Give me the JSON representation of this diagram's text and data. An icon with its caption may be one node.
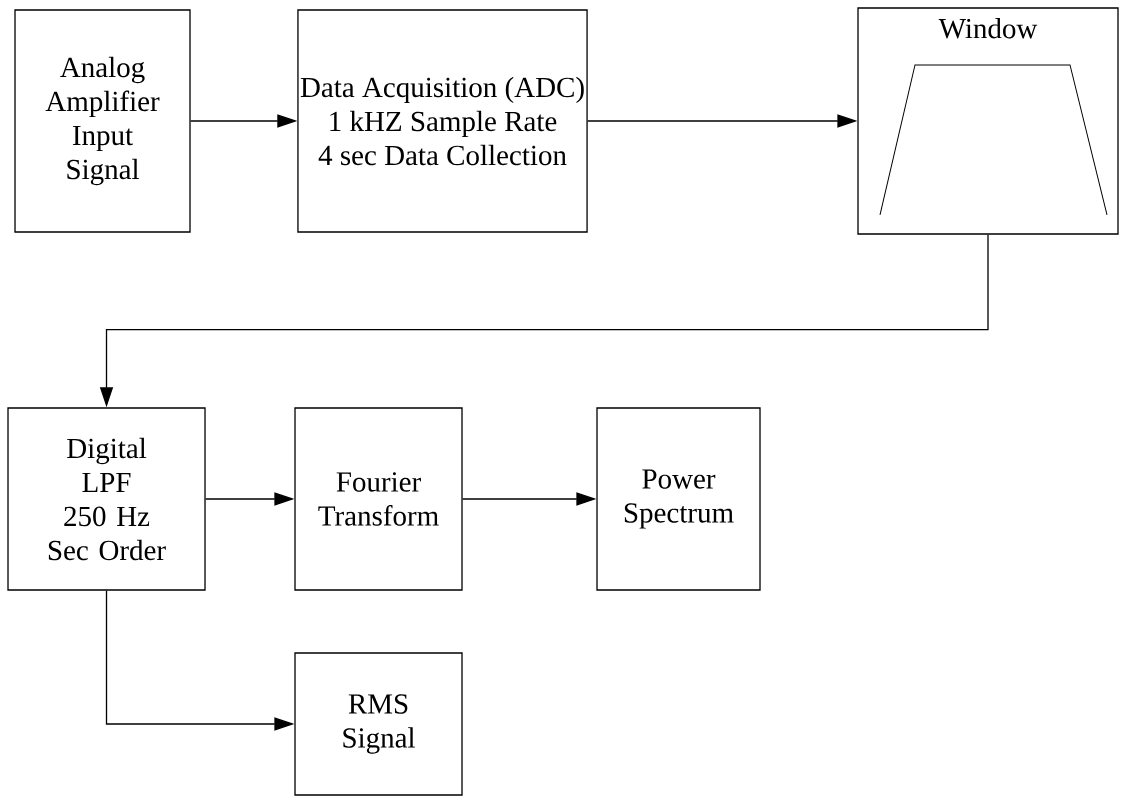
{
  "diagram": {
    "nodes": [
      {
        "text": [
          "Analog Amplifier",
          "Input Signal"
        ]
      },
      {
        "text": [
          "Data Acquisition (ADC)",
          "1 kHZ Sample Rate",
          "4 sec Data Collection"
        ]
      },
      {
        "text": [
          "Window"
        ]
      },
      {
        "text": [
          "Digital LPF",
          "250 Hz",
          "Sec Order"
        ]
      },
      {
        "text": [
          "Fourier Transform"
        ]
      },
      {
        "text": [
          "Power Spectrum"
        ]
      },
      {
        "text": [
          "RMS Signal"
        ]
      }
    ],
    "edges": [
      {
        "from": 0,
        "to": 1,
        "arrow": "to"
      },
      {
        "from": 1,
        "to": 2,
        "arrow": "to"
      },
      {
        "from": 2,
        "to": 3,
        "arrow": "to"
      },
      {
        "from": 3,
        "to": 4,
        "arrow": "to"
      },
      {
        "from": 4,
        "to": 5,
        "arrow": "to"
      },
      {
        "from": 3,
        "to": 6,
        "arrow": "to"
      }
    ]
  }
}
